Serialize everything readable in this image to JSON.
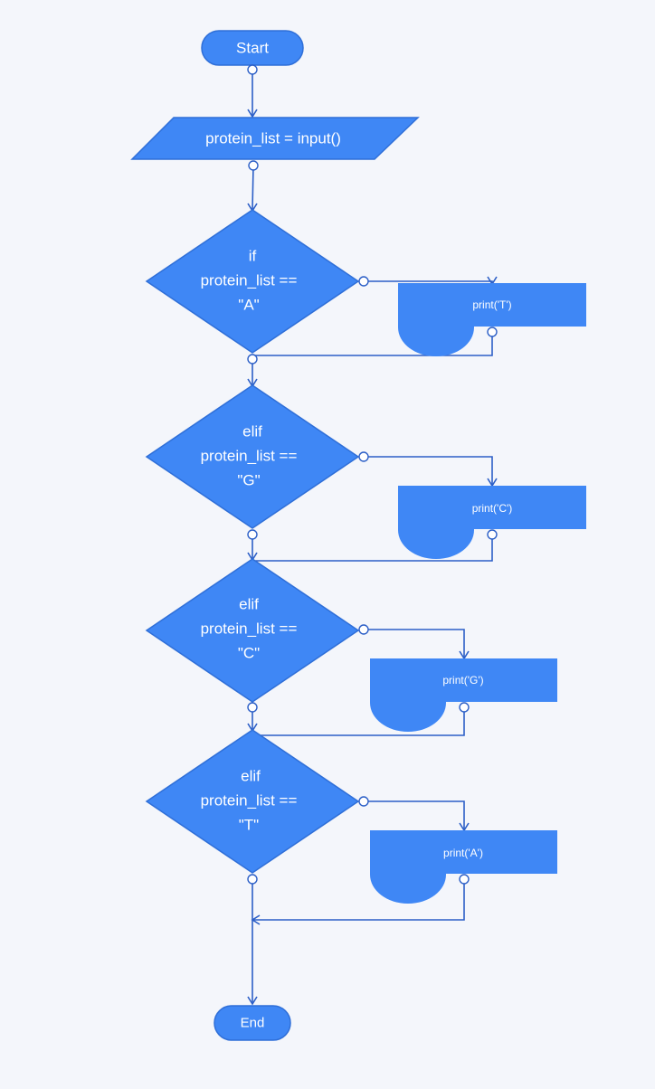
{
  "flowchart": {
    "start": {
      "label": "Start"
    },
    "input": {
      "label": "protein_list = input()"
    },
    "decisions": [
      {
        "line1": "if",
        "line2": "protein_list ==",
        "line3": "\"A\"",
        "output": "print('T')"
      },
      {
        "line1": "elif",
        "line2": "protein_list ==",
        "line3": "\"G\"",
        "output": "print('C')"
      },
      {
        "line1": "elif",
        "line2": "protein_list ==",
        "line3": "\"C\"",
        "output": "print('G')"
      },
      {
        "line1": "elif",
        "line2": "protein_list ==",
        "line3": "\"T\"",
        "output": "print('A')"
      }
    ],
    "end": {
      "label": "End"
    }
  },
  "colors": {
    "shape_fill": "#3f87f5",
    "connector": "#2c5fc7",
    "background": "#f4f6fb",
    "text": "#ffffff"
  }
}
